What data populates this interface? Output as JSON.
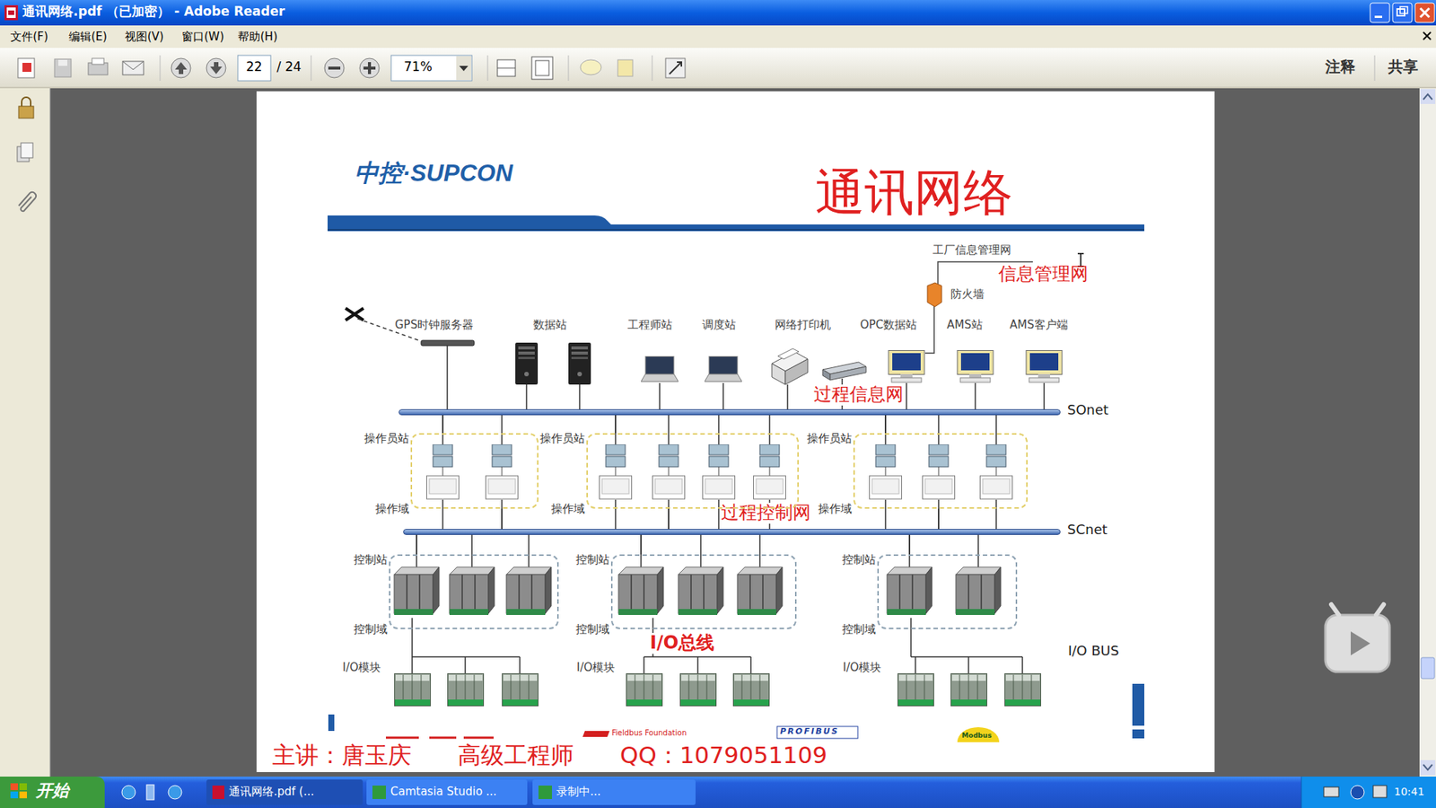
{
  "diagram": {
    "title": "通讯网络",
    "nodes": [
      {
        "text": [
          "SOnet"
        ]
      },
      {
        "text": [
          "操作员站",
          "操作域"
        ]
      },
      {
        "text": [
          "操作员站",
          "操作域"
        ]
      },
      {
        "text": [
          "操作员站",
          "操作域"
        ]
      },
      {
        "text": [
          "SCnet"
        ]
      },
      {
        "text": [
          "控制站",
          "控制域"
        ]
      },
      {
        "text": [
          "控制站",
          "控制域"
        ]
      },
      {
        "text": [
          "控制站",
          "控制域"
        ]
      }
    ],
    "edges": [
      {
        "from": 1,
        "to": 0,
        "arrow": "none"
      },
      {
        "from": 2,
        "to": 0,
        "arrow": "none"
      },
      {
        "from": 3,
        "to": 0,
        "arrow": "none"
      },
      {
        "from": 1,
        "to": 4,
        "arrow": "none"
      },
      {
        "from": 2,
        "to": 4,
        "arrow": "none"
      },
      {
        "from": 3,
        "to": 4,
        "arrow": "none"
      },
      {
        "from": 5,
        "to": 4,
        "arrow": "none"
      },
      {
        "from": 6,
        "to": 4,
        "arrow": "none"
      },
      {
        "from": 7,
        "to": 4,
        "arrow": "none"
      }
    ],
    "labels": [
      "通讯网络.pdf （已加密） - Adobe Reader",
      "文件(F)",
      "编辑(E)",
      "视图(V)",
      "窗口(W)",
      "帮助(H)",
      "22",
      "/ 24",
      "71%",
      "注释",
      "共享",
      "中控·SUPCON",
      "工厂信息管理网",
      "信息管理网",
      "防火墙",
      "GPS时钟服务器",
      "数据站",
      "工程师站",
      "调度站",
      "网络打印机",
      "OPC数据站",
      "AMS站",
      "AMS客户端",
      "过程信息网",
      "过程控制网",
      "I/O总线",
      "I/O BUS",
      "I/O模块",
      "I/O模块",
      "I/O模块",
      "Fieldbus Foundation",
      "PROFIBUS",
      "Modbus",
      "主讲：唐玉庆　　高级工程师　　QQ：1079051109",
      "开始",
      "通讯网络.pdf (...",
      "Camtasia Studio ...",
      "录制中...",
      "10:41"
    ]
  }
}
